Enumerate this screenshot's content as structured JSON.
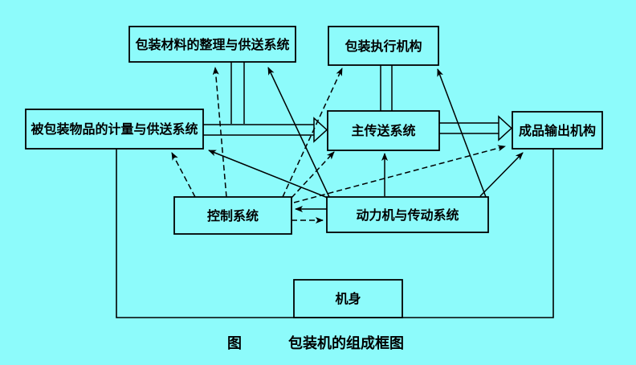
{
  "diagram": {
    "caption": {
      "figure_label": "图",
      "title": "包装机的组成框图"
    },
    "colors": {
      "background": "#8DFBFB",
      "line": "#000000"
    },
    "boxes": {
      "material_supply": {
        "label": "包装材料的整理与供送系统"
      },
      "packaging_executor": {
        "label": "包装执行机构"
      },
      "product_metering": {
        "label": "被包装物品的计量与供送系统"
      },
      "main_conveyor": {
        "label": "主传送系统"
      },
      "output_mechanism": {
        "label": "成品输出机构"
      },
      "control_system": {
        "label": "控制系统"
      },
      "power_transmission": {
        "label": "动力机与传动系统"
      },
      "machine_body": {
        "label": "机身"
      }
    },
    "connections": [
      {
        "from": "product_metering",
        "to": "main_conveyor",
        "style": "hollow-arrow"
      },
      {
        "from": "material_supply",
        "to": "main_conveyor",
        "style": "hollow-channel"
      },
      {
        "from": "main_conveyor",
        "to": "output_mechanism",
        "style": "hollow-arrow"
      },
      {
        "from": "packaging_executor",
        "to": "main_conveyor",
        "style": "double-line"
      },
      {
        "from": "power_transmission",
        "to": "material_supply",
        "style": "solid-arrow"
      },
      {
        "from": "power_transmission",
        "to": "packaging_executor",
        "style": "solid-arrow"
      },
      {
        "from": "power_transmission",
        "to": "product_metering",
        "style": "solid-arrow"
      },
      {
        "from": "power_transmission",
        "to": "main_conveyor",
        "style": "solid-arrow"
      },
      {
        "from": "power_transmission",
        "to": "output_mechanism",
        "style": "solid-arrow"
      },
      {
        "from": "power_transmission",
        "to": "control_system",
        "style": "solid-arrow"
      },
      {
        "from": "control_system",
        "to": "material_supply",
        "style": "dashed-arrow"
      },
      {
        "from": "control_system",
        "to": "packaging_executor",
        "style": "dashed-arrow"
      },
      {
        "from": "control_system",
        "to": "product_metering",
        "style": "dashed-arrow"
      },
      {
        "from": "control_system",
        "to": "main_conveyor",
        "style": "dashed-arrow"
      },
      {
        "from": "control_system",
        "to": "output_mechanism",
        "style": "dashed-arrow"
      },
      {
        "from": "control_system",
        "to": "power_transmission",
        "style": "dashed-arrow"
      },
      {
        "from": "machine_body",
        "to": "all",
        "style": "frame"
      }
    ]
  }
}
